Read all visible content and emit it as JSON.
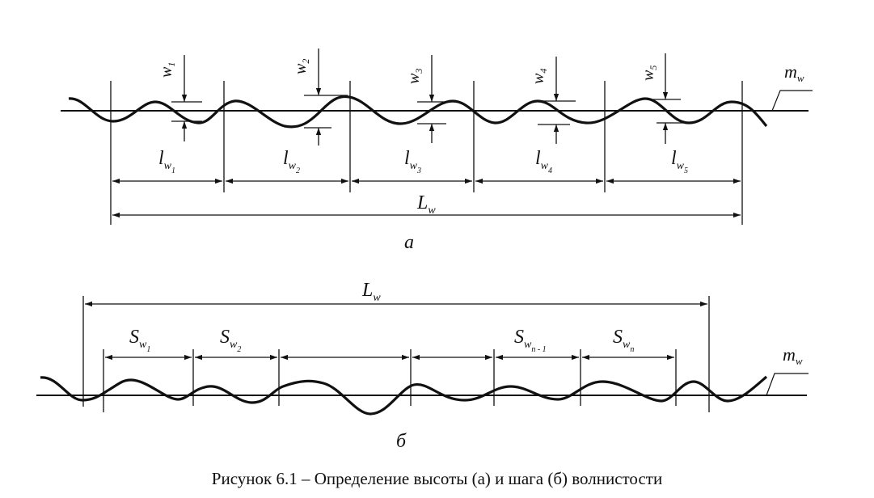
{
  "diagram_a": {
    "heights": [
      {
        "base": "w",
        "sub": "1"
      },
      {
        "base": "w",
        "sub": "2"
      },
      {
        "base": "w",
        "sub": "3"
      },
      {
        "base": "w",
        "sub": "4"
      },
      {
        "base": "w",
        "sub": "5"
      }
    ],
    "steps": [
      {
        "base": "l",
        "sub1": "w",
        "sub2": "1"
      },
      {
        "base": "l",
        "sub1": "w",
        "sub2": "2"
      },
      {
        "base": "l",
        "sub1": "w",
        "sub2": "3"
      },
      {
        "base": "l",
        "sub1": "w",
        "sub2": "4"
      },
      {
        "base": "l",
        "sub1": "w",
        "sub2": "5"
      }
    ],
    "total": {
      "base": "L",
      "sub": "w"
    },
    "midline": {
      "base": "m",
      "sub": "w"
    },
    "label": "а"
  },
  "diagram_b": {
    "total": {
      "base": "L",
      "sub": "w"
    },
    "steps": [
      {
        "base": "S",
        "sub1": "w",
        "sub2": "1"
      },
      {
        "base": "S",
        "sub1": "w",
        "sub2": "2"
      },
      {
        "base": "S",
        "sub1": "w",
        "sub2": "n - 1"
      },
      {
        "base": "S",
        "sub1": "w",
        "sub2": "n"
      }
    ],
    "midline": {
      "base": "m",
      "sub": "w"
    },
    "label": "б"
  },
  "caption": "Рисунок 6.1 – Определение высоты (а) и шага (б) волнистости"
}
